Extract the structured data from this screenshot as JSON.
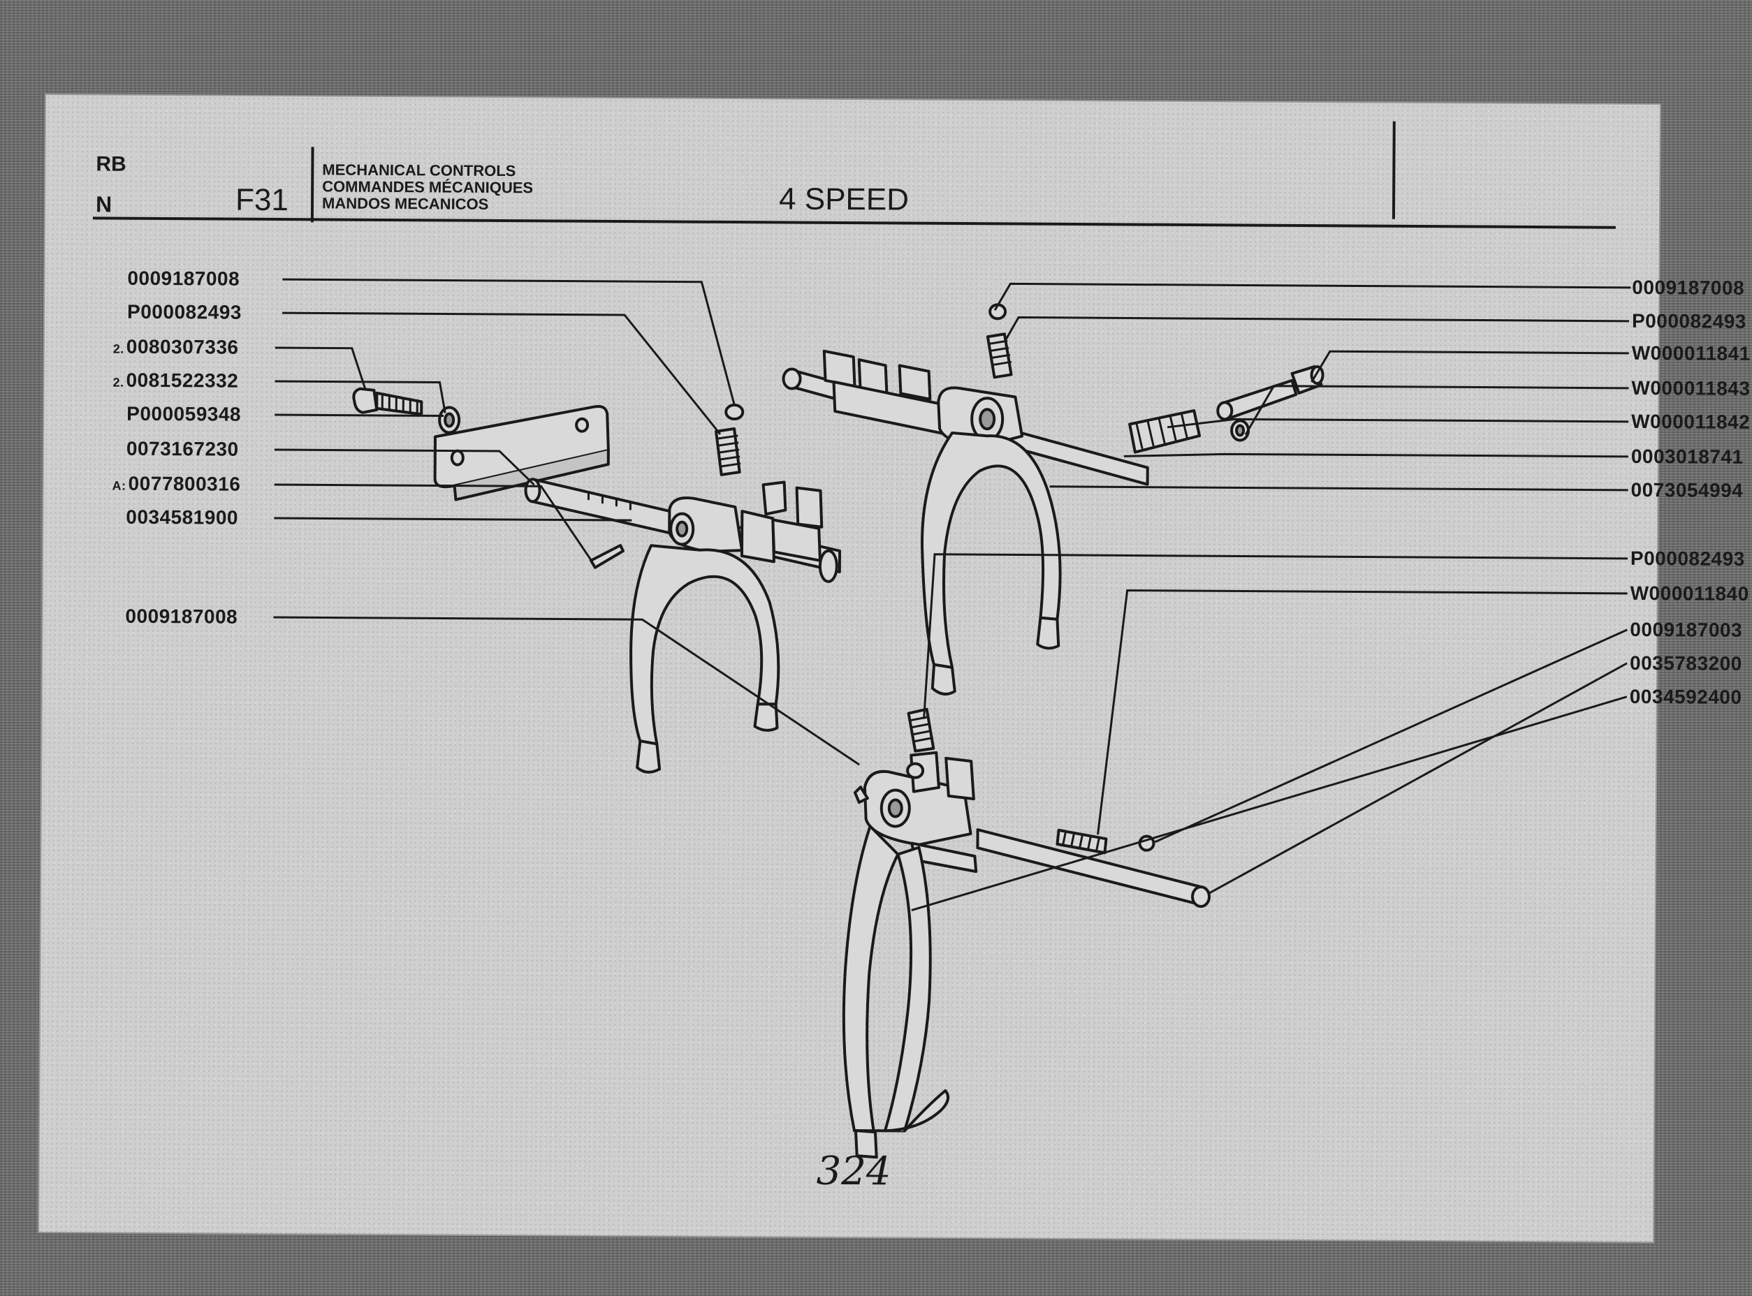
{
  "header": {
    "code_rb": "RB",
    "code_n": "N",
    "section": "F31",
    "title_en": "MECHANICAL CONTROLS",
    "title_fr": "COMMANDES MÉCANIQUES",
    "title_es": "MANDOS MECANICOS",
    "subtitle": "4 SPEED"
  },
  "left_labels": [
    {
      "prefix": "",
      "part": "0009187008"
    },
    {
      "prefix": "",
      "part": "P000082493"
    },
    {
      "prefix": "2.",
      "part": "0080307336"
    },
    {
      "prefix": "2.",
      "part": "0081522332"
    },
    {
      "prefix": "",
      "part": "P000059348"
    },
    {
      "prefix": "",
      "part": "0073167230"
    },
    {
      "prefix": "A:",
      "part": "0077800316"
    },
    {
      "prefix": "",
      "part": "0034581900"
    },
    {
      "prefix": "",
      "part": "0009187008"
    }
  ],
  "right_labels": [
    {
      "part": "0009187008"
    },
    {
      "part": "P000082493"
    },
    {
      "part": "W000011841"
    },
    {
      "part": "W000011843"
    },
    {
      "part": "W000011842"
    },
    {
      "part": "0003018741"
    },
    {
      "part": "0073054994"
    },
    {
      "part": "P000082493"
    },
    {
      "part": "W000011840"
    },
    {
      "part": "0009187003"
    },
    {
      "part": "0035783200"
    },
    {
      "part": "0034592400"
    }
  ],
  "page_number": "324"
}
